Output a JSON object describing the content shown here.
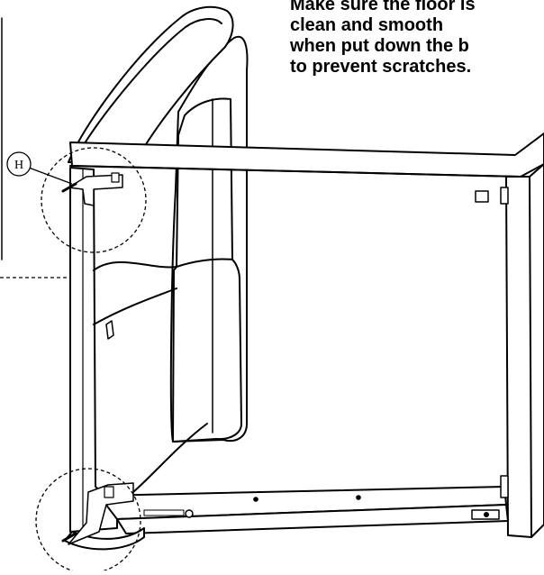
{
  "note": {
    "lines": [
      "Make sure the floor is",
      "clean and smooth",
      "when put down the b",
      "to prevent scratches."
    ]
  },
  "callout": {
    "label": "H"
  },
  "colors": {
    "ink": "#000000",
    "paper": "#ffffff"
  }
}
